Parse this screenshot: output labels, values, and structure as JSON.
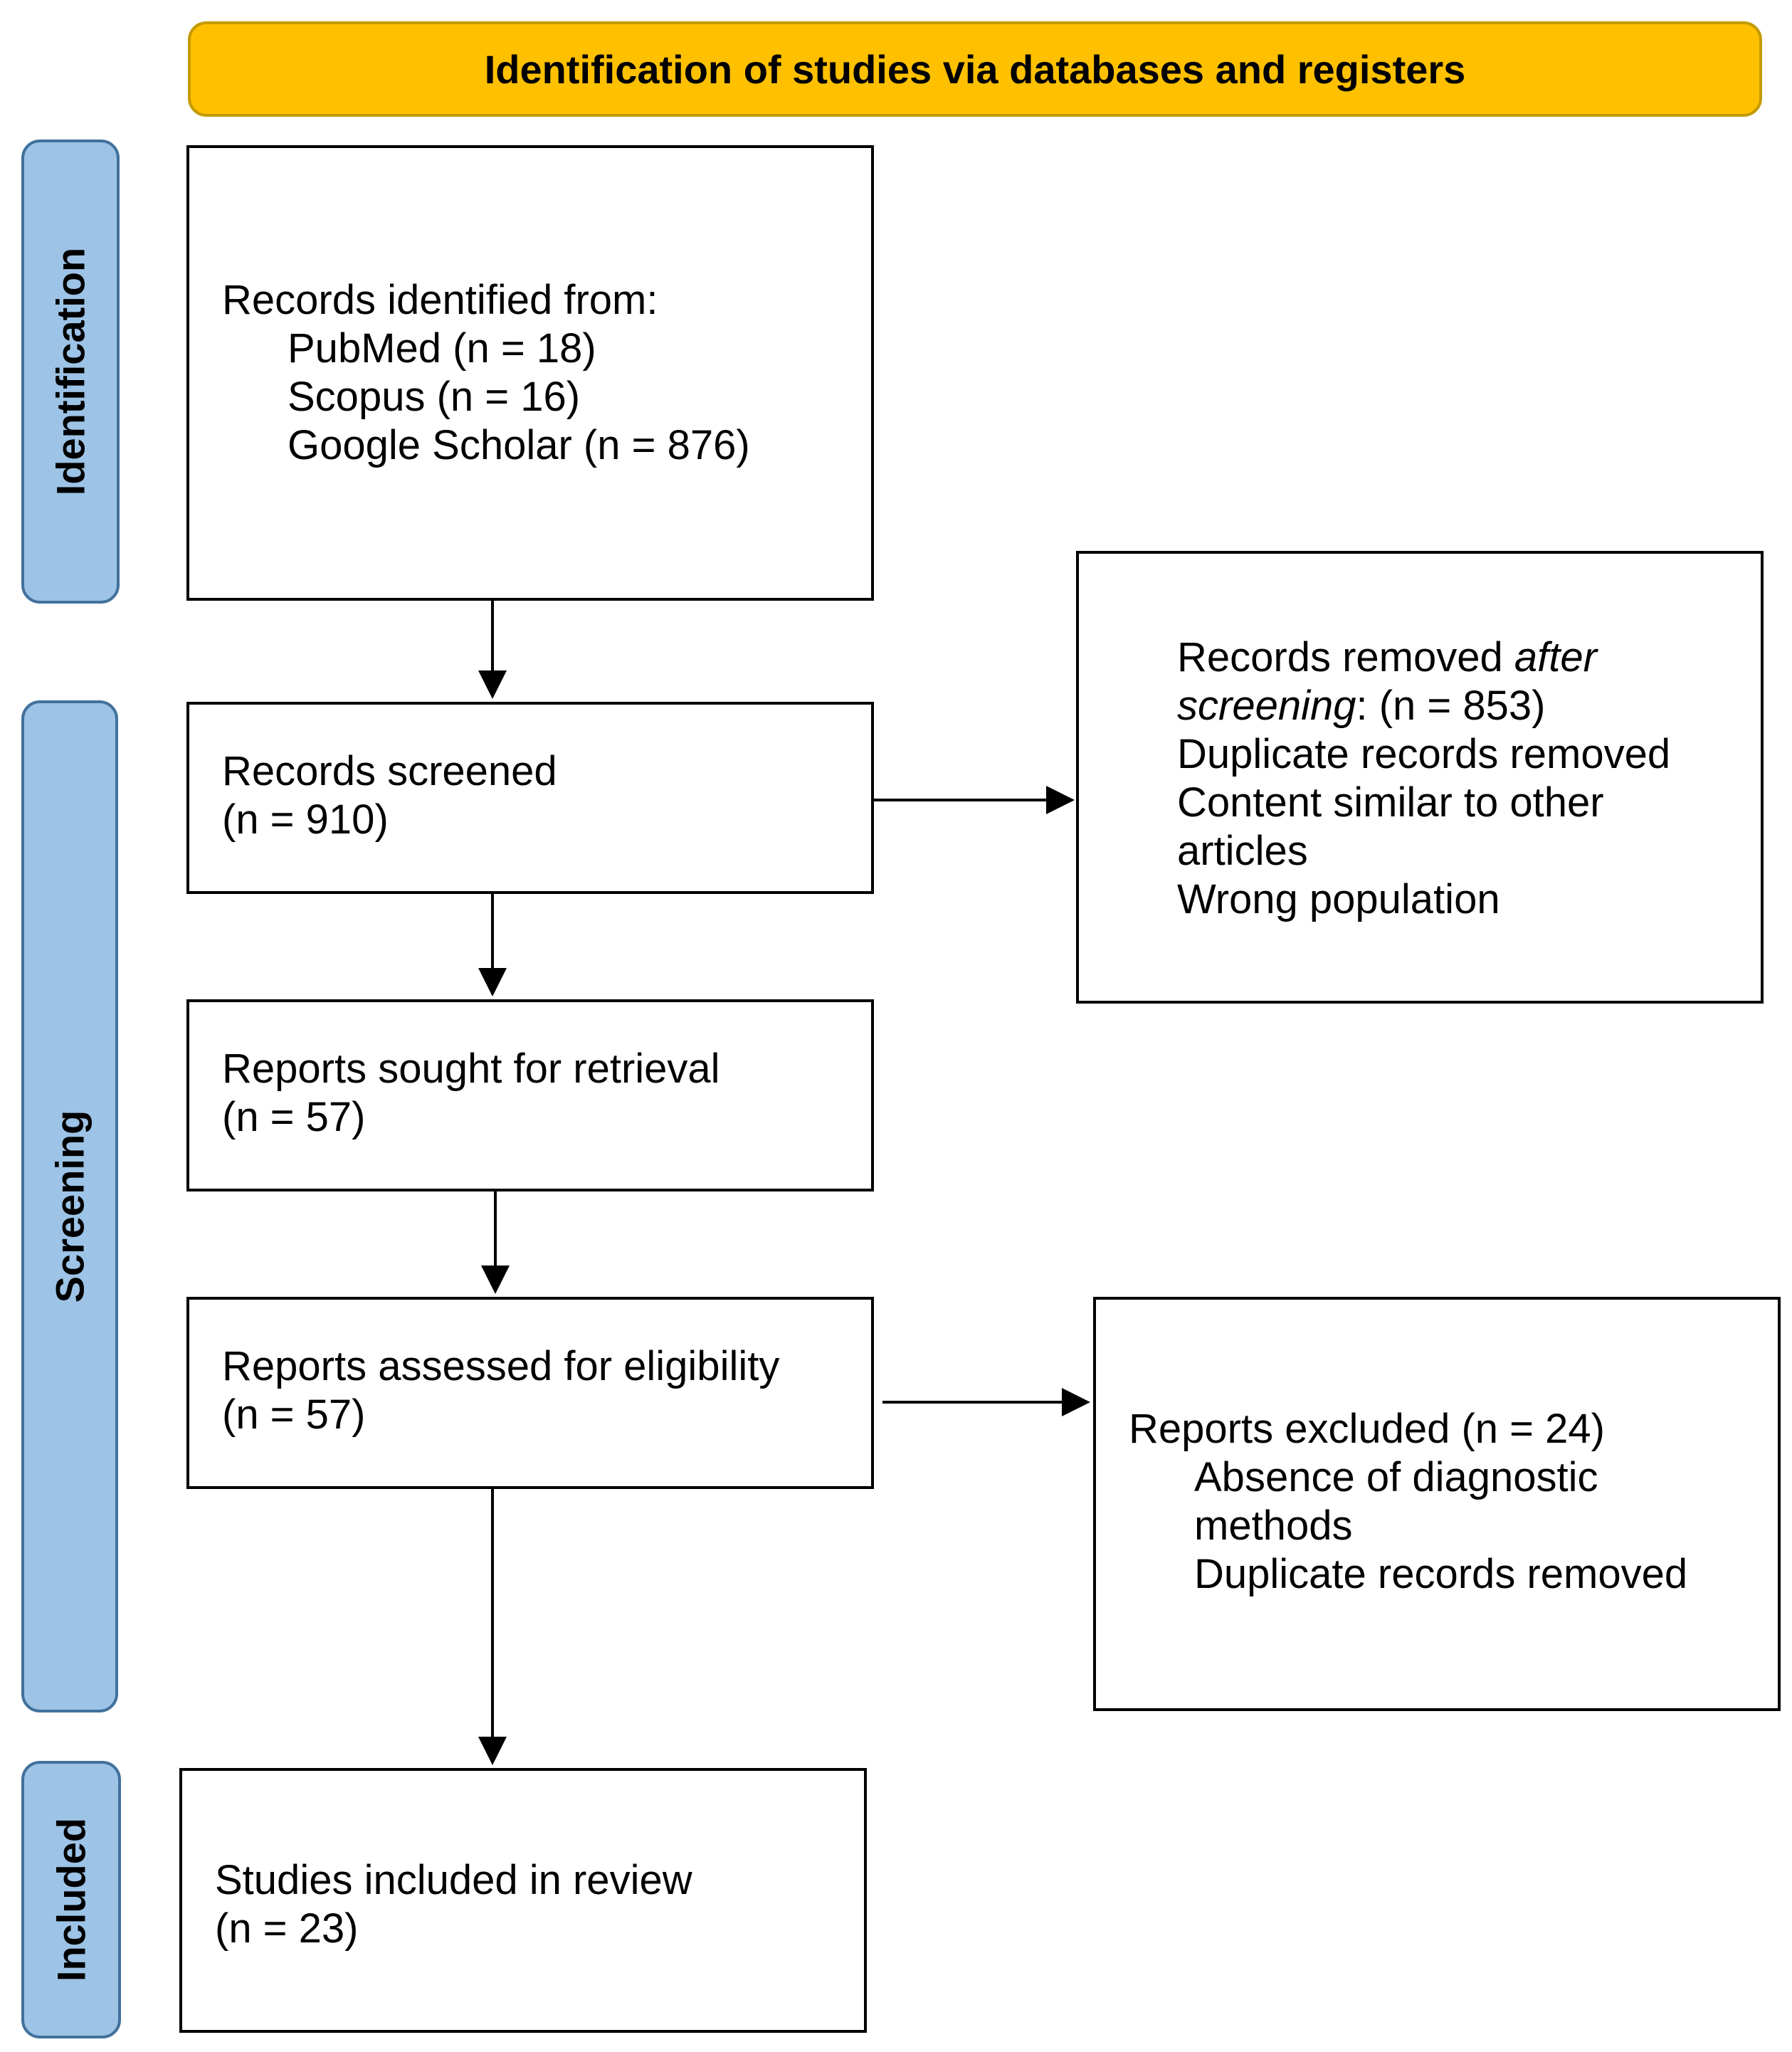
{
  "header": {
    "title": "Identification of studies via databases and registers"
  },
  "phases": {
    "identification": "Identification",
    "screening": "Screening",
    "included": "Included"
  },
  "records_identified": {
    "intro": "Records identified from:",
    "sources": [
      "PubMed (n = 18)",
      "Scopus (n = 16)",
      "Google Scholar (n = 876)"
    ]
  },
  "records_screened": {
    "label": "Records screened",
    "count": "(n = 910)"
  },
  "records_removed": {
    "label_prefix": "Records removed ",
    "label_italic_1": "after",
    "label_italic_2": "screening",
    "count": ": (n = 853)",
    "reasons": [
      "Duplicate records removed",
      "Content similar to other",
      "articles",
      "Wrong population"
    ]
  },
  "reports_sought": {
    "label": "Reports sought for retrieval",
    "count": "(n = 57)"
  },
  "reports_assessed": {
    "label": "Reports assessed for eligibility",
    "count": "(n = 57)"
  },
  "reports_excluded": {
    "label": "Reports excluded (n = 24)",
    "reasons": [
      "Absence of diagnostic",
      "methods",
      "Duplicate records removed"
    ]
  },
  "studies_included": {
    "label": "Studies included in review",
    "count": "(n = 23)"
  },
  "colors": {
    "header_fill": "#FFC000",
    "phase_fill": "#9DC3E6",
    "box_border": "#000000"
  }
}
